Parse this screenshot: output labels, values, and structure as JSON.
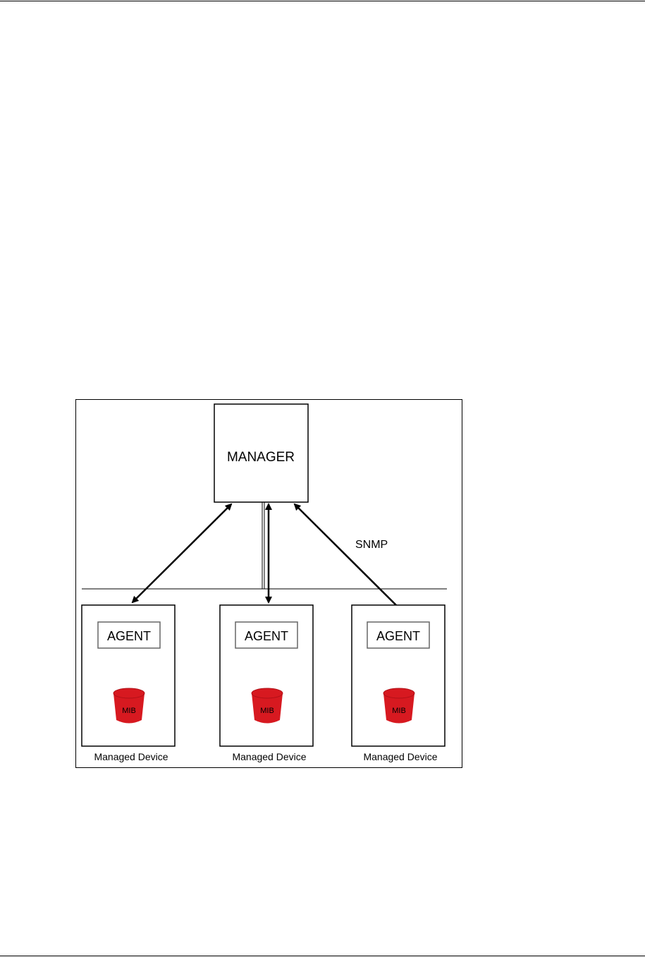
{
  "diagram": {
    "manager": {
      "label": "MANAGER"
    },
    "protocol_label": "SNMP",
    "devices": [
      {
        "agent_label": "AGENT",
        "mib_label": "MIB",
        "caption": "Managed Device"
      },
      {
        "agent_label": "AGENT",
        "mib_label": "MIB",
        "caption": "Managed Device"
      },
      {
        "agent_label": "AGENT",
        "mib_label": "MIB",
        "caption": "Managed Device"
      }
    ],
    "colors": {
      "mib_fill": "#d71920",
      "mib_text": "#2a0505",
      "line": "#000000",
      "agent_border": "#666666"
    }
  }
}
